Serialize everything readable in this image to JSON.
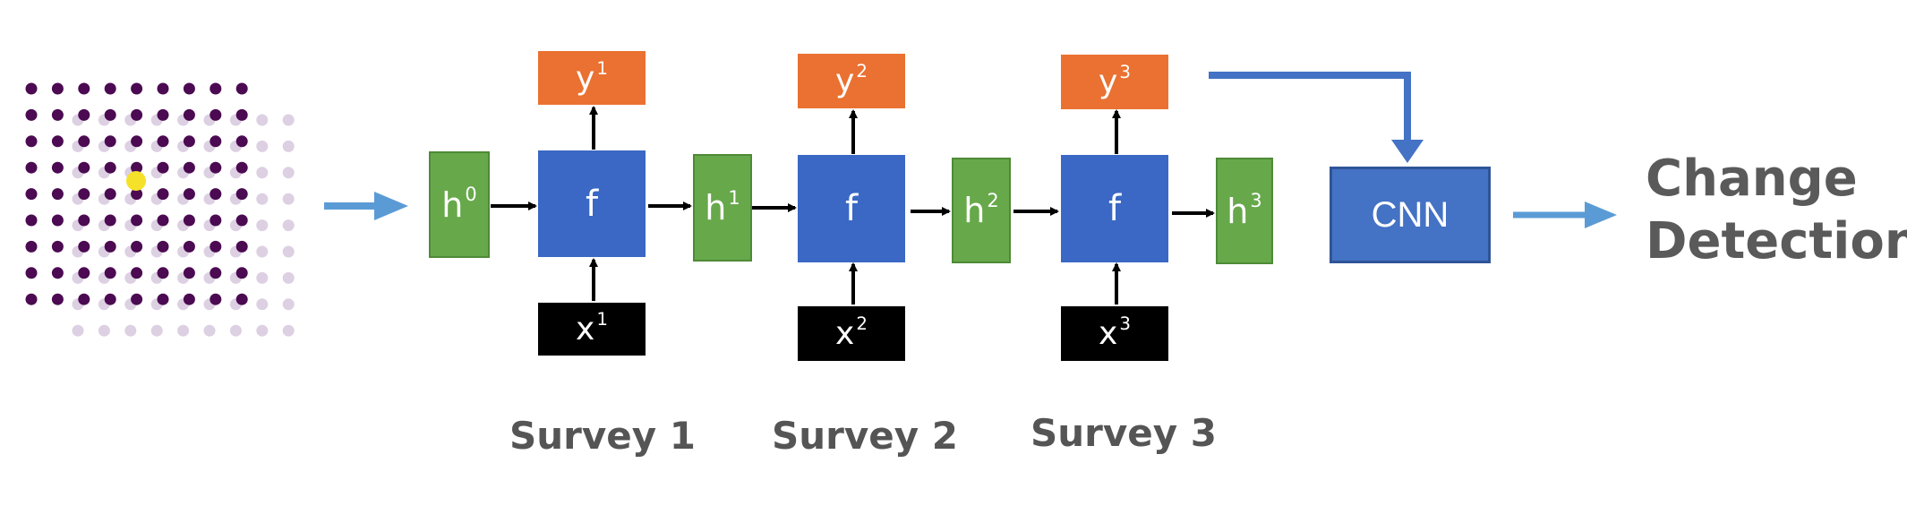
{
  "diagram": {
    "hidden_states": [
      {
        "base": "h",
        "sup": "0"
      },
      {
        "base": "h",
        "sup": "1"
      },
      {
        "base": "h",
        "sup": "2"
      },
      {
        "base": "h",
        "sup": "3"
      }
    ],
    "cells": [
      {
        "label": "f",
        "output": {
          "base": "y",
          "sup": "1"
        },
        "input": {
          "base": "x",
          "sup": "1"
        },
        "survey": "Survey 1"
      },
      {
        "label": "f",
        "output": {
          "base": "y",
          "sup": "2"
        },
        "input": {
          "base": "x",
          "sup": "2"
        },
        "survey": "Survey 2"
      },
      {
        "label": "f",
        "output": {
          "base": "y",
          "sup": "3"
        },
        "input": {
          "base": "x",
          "sup": "3"
        },
        "survey": "Survey 3"
      }
    ],
    "cnn_label": "CNN",
    "result_line1": "Change",
    "result_line2": "Detection"
  },
  "colors": {
    "hidden": "#67a84b",
    "cell": "#3a68c4",
    "output": "#ea7131",
    "input": "#000000",
    "cnn": "#4472c4",
    "flow_arrow": "#5b9bd5",
    "grid_dot": "#4b0a52",
    "grid_dot_faded": "#dcd0e2",
    "highlight_dot": "#f5e12a"
  },
  "icons": [
    "point-grid-icon",
    "arrow-icon"
  ]
}
